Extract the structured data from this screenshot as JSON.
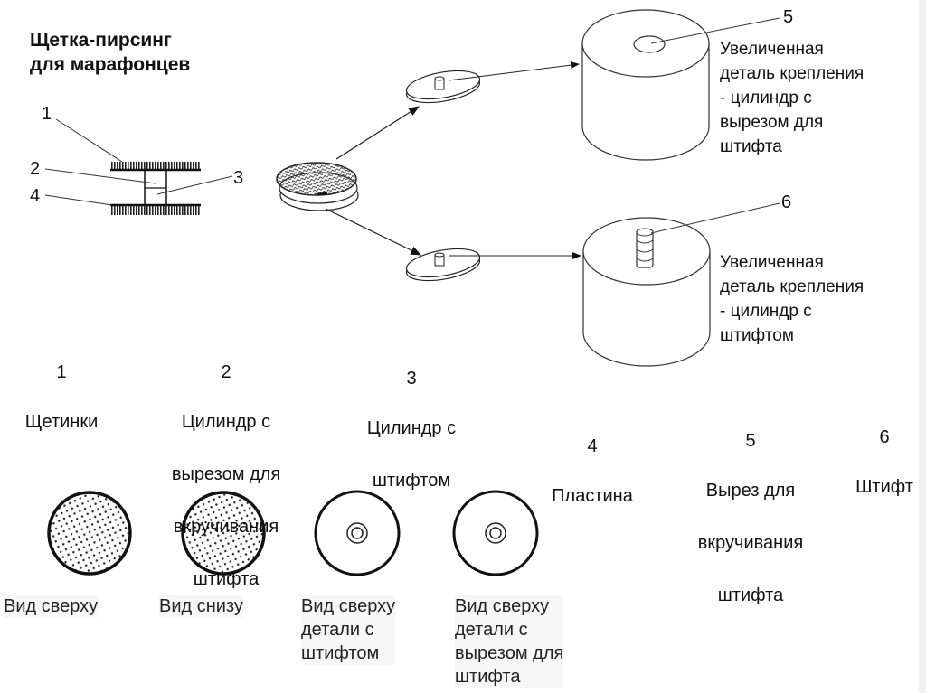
{
  "title": {
    "line1": "Щетка-пирсинг",
    "line2": "для марафонцев"
  },
  "callouts": {
    "n1": "1",
    "n2": "2",
    "n3": "3",
    "n4": "4",
    "n5": "5",
    "n6": "6"
  },
  "detail_top": {
    "lines": [
      "Увеличенная",
      "деталь крепления",
      "- цилиндр с",
      "вырезом для",
      "штифта"
    ]
  },
  "detail_bottom": {
    "lines": [
      "Увеличенная",
      "деталь крепления",
      "- цилиндр  с",
      "штифтом"
    ]
  },
  "legend": [
    {
      "number": "1",
      "lines": [
        "Щетинки"
      ]
    },
    {
      "number": "2",
      "lines": [
        "Цилиндр с",
        "вырезом для",
        "вкручивания",
        "штифта"
      ]
    },
    {
      "number": "3",
      "lines": [
        "Цилиндр с",
        "штифтом"
      ]
    },
    {
      "number": "4",
      "lines": [
        "Пластина"
      ]
    },
    {
      "number": "5",
      "lines": [
        "Вырез для",
        "вкручивания",
        "штифта"
      ]
    },
    {
      "number": "6",
      "lines": [
        "Штифт"
      ]
    }
  ],
  "views": [
    {
      "lines": [
        "Вид сверху"
      ]
    },
    {
      "lines": [
        "Вид снизу"
      ]
    },
    {
      "lines": [
        "Вид сверху",
        "детали с",
        "штифтом"
      ]
    },
    {
      "lines": [
        "Вид сверху",
        "детали с",
        "вырезом для",
        "штифта"
      ]
    }
  ]
}
